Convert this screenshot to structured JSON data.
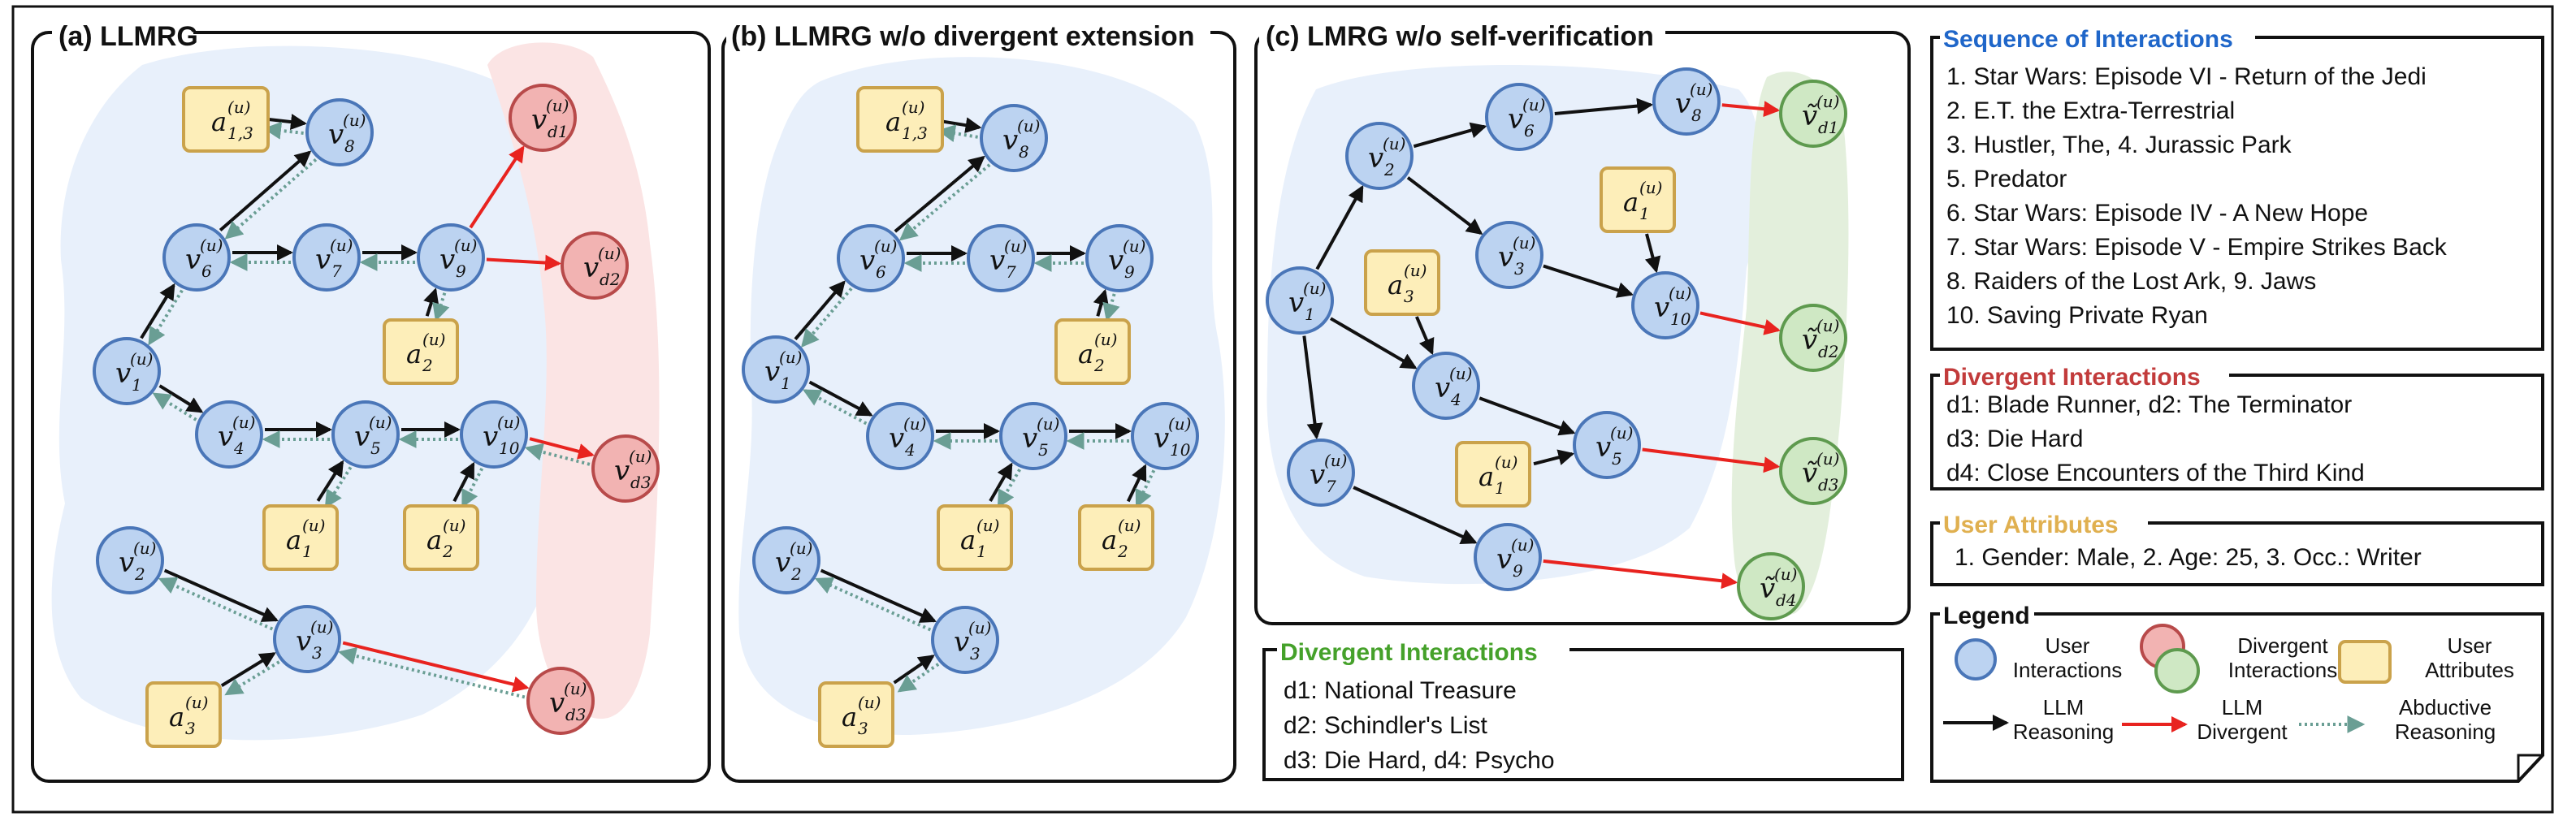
{
  "panels": [
    {
      "id": "a",
      "title": "(a) LLMRG",
      "nodes": [
        {
          "id": "v8",
          "kind": "user",
          "sym": "v",
          "sub": "8"
        },
        {
          "id": "v6",
          "kind": "user",
          "sym": "v",
          "sub": "6"
        },
        {
          "id": "v7",
          "kind": "user",
          "sym": "v",
          "sub": "7"
        },
        {
          "id": "v9",
          "kind": "user",
          "sym": "v",
          "sub": "9"
        },
        {
          "id": "v1",
          "kind": "user",
          "sym": "v",
          "sub": "1"
        },
        {
          "id": "v4",
          "kind": "user",
          "sym": "v",
          "sub": "4"
        },
        {
          "id": "v5",
          "kind": "user",
          "sym": "v",
          "sub": "5"
        },
        {
          "id": "v10",
          "kind": "user",
          "sym": "v",
          "sub": "10"
        },
        {
          "id": "v2",
          "kind": "user",
          "sym": "v",
          "sub": "2"
        },
        {
          "id": "v3",
          "kind": "user",
          "sym": "v",
          "sub": "3"
        },
        {
          "id": "a13",
          "kind": "attr",
          "sym": "a",
          "sub": "1,3"
        },
        {
          "id": "a2t",
          "kind": "attr",
          "sym": "a",
          "sub": "2"
        },
        {
          "id": "a1",
          "kind": "attr",
          "sym": "a",
          "sub": "1"
        },
        {
          "id": "a2b",
          "kind": "attr",
          "sym": "a",
          "sub": "2"
        },
        {
          "id": "a3",
          "kind": "attr",
          "sym": "a",
          "sub": "3"
        },
        {
          "id": "d1",
          "kind": "div",
          "sym": "v",
          "sub": "d1"
        },
        {
          "id": "d2",
          "kind": "div",
          "sym": "v",
          "sub": "d2"
        },
        {
          "id": "d3a",
          "kind": "div",
          "sym": "v",
          "sub": "d3"
        },
        {
          "id": "d3b",
          "kind": "div",
          "sym": "v",
          "sub": "d3"
        }
      ]
    },
    {
      "id": "b",
      "title": "(b) LLMRG w/o divergent extension",
      "nodes": [
        {
          "id": "v8",
          "kind": "user",
          "sym": "v",
          "sub": "8"
        },
        {
          "id": "v6",
          "kind": "user",
          "sym": "v",
          "sub": "6"
        },
        {
          "id": "v7",
          "kind": "user",
          "sym": "v",
          "sub": "7"
        },
        {
          "id": "v9",
          "kind": "user",
          "sym": "v",
          "sub": "9"
        },
        {
          "id": "v1",
          "kind": "user",
          "sym": "v",
          "sub": "1"
        },
        {
          "id": "v4",
          "kind": "user",
          "sym": "v",
          "sub": "4"
        },
        {
          "id": "v5",
          "kind": "user",
          "sym": "v",
          "sub": "5"
        },
        {
          "id": "v10",
          "kind": "user",
          "sym": "v",
          "sub": "10"
        },
        {
          "id": "v2",
          "kind": "user",
          "sym": "v",
          "sub": "2"
        },
        {
          "id": "v3",
          "kind": "user",
          "sym": "v",
          "sub": "3"
        },
        {
          "id": "a13",
          "kind": "attr",
          "sym": "a",
          "sub": "1,3"
        },
        {
          "id": "a2t",
          "kind": "attr",
          "sym": "a",
          "sub": "2"
        },
        {
          "id": "a1",
          "kind": "attr",
          "sym": "a",
          "sub": "1"
        },
        {
          "id": "a2b",
          "kind": "attr",
          "sym": "a",
          "sub": "2"
        },
        {
          "id": "a3",
          "kind": "attr",
          "sym": "a",
          "sub": "3"
        }
      ]
    },
    {
      "id": "c",
      "title": "(c) LMRG w/o self-verification",
      "nodes": [
        {
          "id": "v2",
          "kind": "user",
          "sym": "v",
          "sub": "2"
        },
        {
          "id": "v6",
          "kind": "user",
          "sym": "v",
          "sub": "6"
        },
        {
          "id": "v8",
          "kind": "user",
          "sym": "v",
          "sub": "8"
        },
        {
          "id": "v1",
          "kind": "user",
          "sym": "v",
          "sub": "1"
        },
        {
          "id": "v3",
          "kind": "user",
          "sym": "v",
          "sub": "3"
        },
        {
          "id": "v10",
          "kind": "user",
          "sym": "v",
          "sub": "10"
        },
        {
          "id": "v4",
          "kind": "user",
          "sym": "v",
          "sub": "4"
        },
        {
          "id": "v5",
          "kind": "user",
          "sym": "v",
          "sub": "5"
        },
        {
          "id": "v7",
          "kind": "user",
          "sym": "v",
          "sub": "7"
        },
        {
          "id": "v9",
          "kind": "user",
          "sym": "v",
          "sub": "9"
        },
        {
          "id": "a1t",
          "kind": "attr",
          "sym": "a",
          "sub": "1"
        },
        {
          "id": "a3",
          "kind": "attr",
          "sym": "a",
          "sub": "3"
        },
        {
          "id": "a1b",
          "kind": "attr",
          "sym": "a",
          "sub": "1"
        },
        {
          "id": "d1",
          "kind": "green",
          "sym": "ṽ",
          "sub": "d1"
        },
        {
          "id": "d2",
          "kind": "green",
          "sym": "ṽ",
          "sub": "d2"
        },
        {
          "id": "d3",
          "kind": "green",
          "sym": "ṽ",
          "sub": "d3"
        },
        {
          "id": "d4",
          "kind": "green",
          "sym": "ṽ",
          "sub": "d4"
        }
      ],
      "divergent_box": {
        "title": "Divergent Interactions",
        "items": [
          "d1: National Treasure",
          "d2: Schindler's List",
          "d3: Die Hard,  d4: Psycho"
        ]
      }
    }
  ],
  "superscript": "(u)",
  "sequence": {
    "title": "Sequence of Interactions",
    "items": [
      "1. Star Wars: Episode VI - Return of the Jedi",
      "2. E.T. the Extra-Terrestrial",
      "3. Hustler, The,  4. Jurassic Park",
      "5. Predator",
      "6. Star Wars: Episode IV - A New Hope",
      "7. Star Wars: Episode V - Empire Strikes Back",
      "8. Raiders of the Lost Ark,  9. Jaws",
      "10. Saving Private Ryan"
    ]
  },
  "divergent": {
    "title": "Divergent Interactions",
    "items": [
      "d1: Blade Runner, d2: The Terminator",
      "d3: Die Hard",
      "d4: Close Encounters of the Third Kind"
    ]
  },
  "user_attributes": {
    "title": "User Attributes",
    "items": [
      "1. Gender: Male, 2. Age: 25, 3. Occ.: Writer"
    ]
  },
  "legend": {
    "title": "Legend",
    "user_interactions": [
      "User",
      "Interactions"
    ],
    "divergent_interactions": [
      "Divergent",
      "Interactions"
    ],
    "user_attributes": [
      "User",
      "Attributes"
    ],
    "llm_reasoning": [
      "LLM",
      "Reasoning"
    ],
    "llm_divergent": [
      "LLM",
      "Divergent"
    ],
    "abductive_reasoning": [
      "Abductive",
      "Reasoning"
    ]
  },
  "colors": {
    "user_fill": "#bcd3f1",
    "user_stroke": "#4a76b8",
    "attr_fill": "#fdeeb9",
    "attr_stroke": "#caa24b",
    "div_fill": "#f2b3b2",
    "div_stroke": "#b84a4a",
    "green_fill": "#cfe8c4",
    "green_stroke": "#5e9a4e",
    "reasoning_arrow": "#111111",
    "divergent_arrow": "#e8231f",
    "abductive_arrow": "#6a9e94",
    "seq_title": "#1f66c9",
    "div_title": "#c23b3b",
    "attr_title": "#e0b050",
    "green_title": "#45a12a"
  }
}
